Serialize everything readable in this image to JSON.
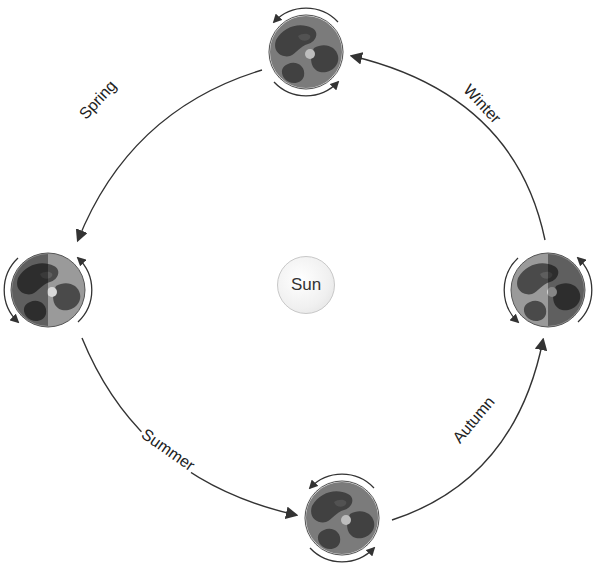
{
  "diagram": {
    "nodes": [
      {
        "text": [
          "Sun"
        ]
      }
    ],
    "labels": [
      "Spring",
      "Winter",
      "Summer",
      "Autumn"
    ]
  }
}
